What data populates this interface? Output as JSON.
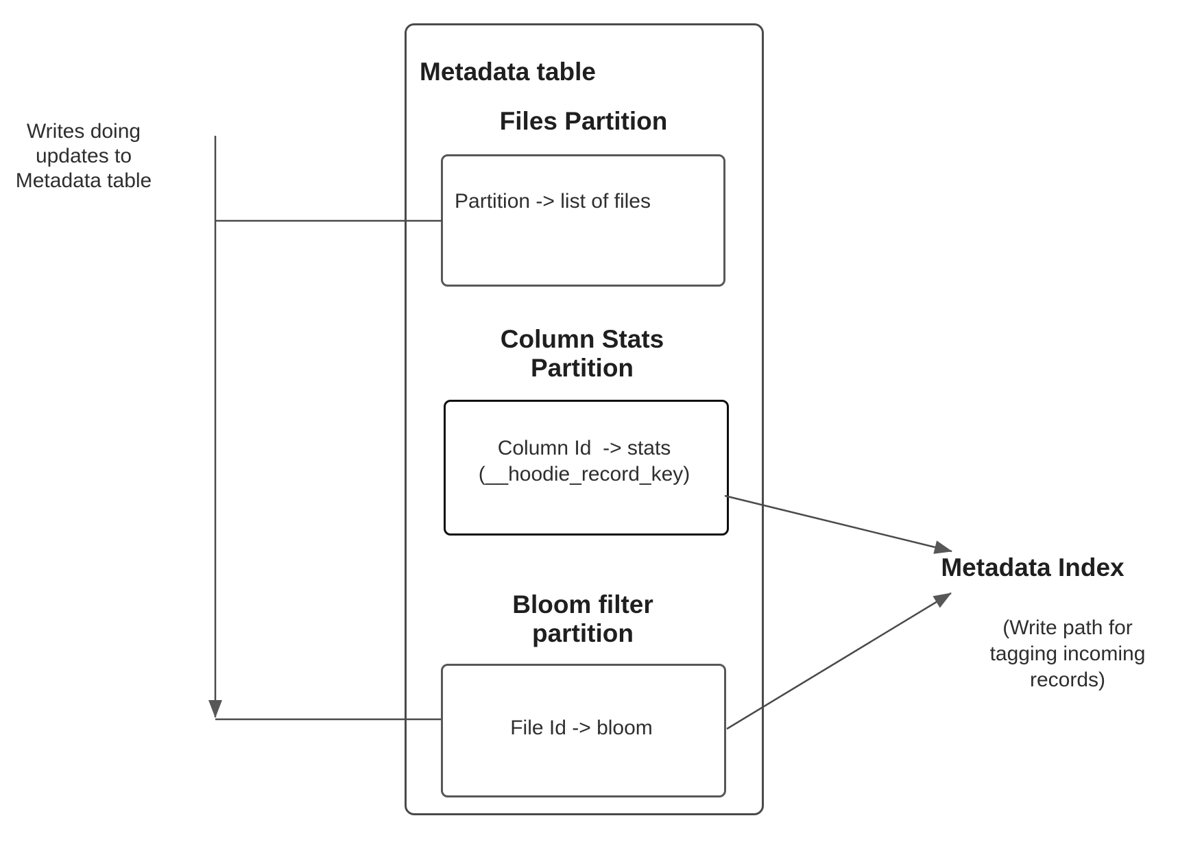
{
  "diagram": {
    "left_note": "Writes doing\nupdates to\nMetadata table",
    "metadata_table": {
      "title": "Metadata table",
      "files_partition": {
        "heading": "Files Partition",
        "box_text": "Partition -> list of files"
      },
      "column_stats_partition": {
        "heading": "Column Stats\nPartition",
        "box_text": "Column Id  -> stats\n(__hoodie_record_key)"
      },
      "bloom_filter_partition": {
        "heading": "Bloom filter\npartition",
        "box_text": "File Id -> bloom"
      }
    },
    "metadata_index": {
      "title": "Metadata Index",
      "subtitle": "(Write path for\ntagging incoming\nrecords)"
    },
    "colors": {
      "line": "#4a4a4a",
      "arrow_fill": "#575757",
      "outer_border": "#4a4a4a",
      "inner_border": "#575757",
      "stats_border": "#0d0d0d",
      "text": "#262626",
      "background": "#ffffff"
    }
  }
}
